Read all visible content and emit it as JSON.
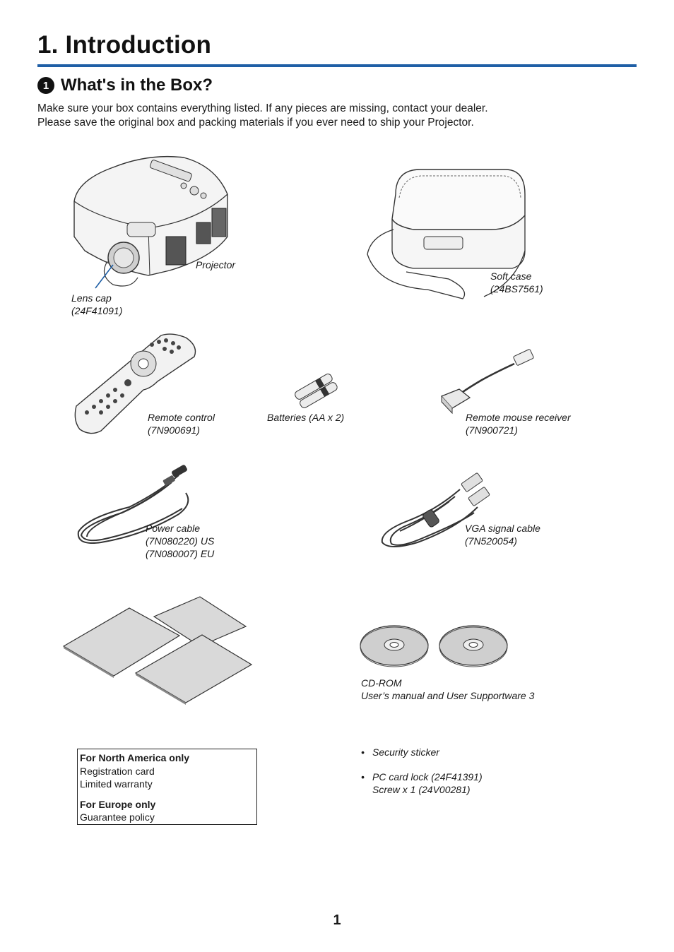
{
  "title": "1. Introduction",
  "section": {
    "number": "1",
    "heading": "What's in the Box?"
  },
  "intro": {
    "line1": "Make sure your box contains everything listed. If any pieces are missing, contact your dealer.",
    "line2": "Please save the original box and packing materials if you ever need to ship your Projector."
  },
  "items": {
    "projector": {
      "label": "Projector"
    },
    "lens_cap": {
      "label": "Lens cap",
      "part": "(24F41091)"
    },
    "soft_case": {
      "label": "Soft case",
      "part": "(24BS7561)"
    },
    "remote": {
      "label": "Remote control",
      "part": "(7N900691)"
    },
    "batteries": {
      "label": "Batteries (AA x 2)"
    },
    "mouse_receiver": {
      "label": "Remote mouse receiver",
      "part": "(7N900721)"
    },
    "power_cable": {
      "label": "Power cable",
      "part_us": "(7N080220) US",
      "part_eu": "(7N080007) EU"
    },
    "vga_cable": {
      "label": "VGA signal cable",
      "part": "(7N520054)"
    },
    "cdrom": {
      "label": "CD-ROM",
      "desc": "User’s manual and User Supportware 3"
    }
  },
  "documents_box": {
    "na_heading": "For North America only",
    "na_item1": "Registration card",
    "na_item2": "Limited warranty",
    "eu_heading": "For Europe only",
    "eu_item1": "Guarantee policy"
  },
  "extras": {
    "bullet": "•",
    "item1": "Security sticker",
    "item2_line1": "PC card lock (24F41391)",
    "item2_line2": "Screw x 1 (24V00281)"
  },
  "page_number": "1",
  "colors": {
    "title_rule": "#1f5fa6",
    "text": "#1a1a1a"
  }
}
